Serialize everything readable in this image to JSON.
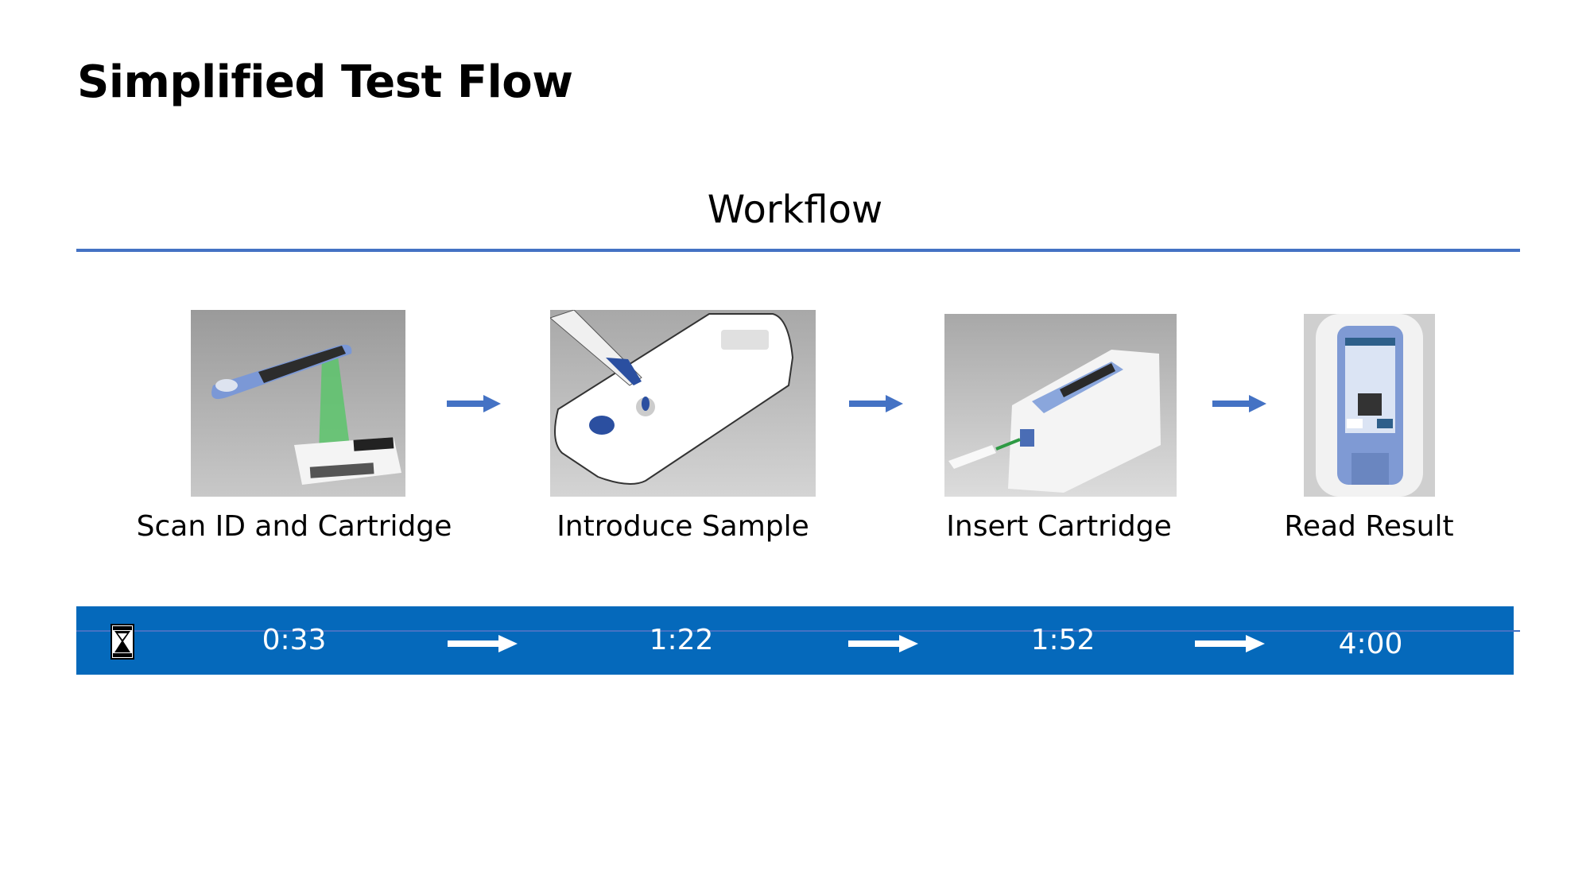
{
  "page": {
    "title": "Simplified Test Flow",
    "section_heading": "Workflow"
  },
  "colors": {
    "accent_line": "#4472c4",
    "flow_arrow": "#4472c4",
    "timebar_bg": "#0569bb",
    "timebar_text": "#ffffff"
  },
  "steps": [
    {
      "label": "Scan ID and Cartridge",
      "image": "handheld-reader-scanning-barcode-illustration"
    },
    {
      "label": "Introduce Sample",
      "image": "sample-applied-to-cartridge-illustration"
    },
    {
      "label": "Insert Cartridge",
      "image": "cartridge-inserted-into-analyzer-illustration"
    },
    {
      "label": "Read Result",
      "image": "reader-display-result-qr-illustration"
    }
  ],
  "flow_arrows": [
    "arrow-right-icon",
    "arrow-right-icon",
    "arrow-right-icon"
  ],
  "timeline": {
    "icon": "hourglass-icon",
    "times": [
      "0:33",
      "1:22",
      "1:52",
      "4:00"
    ],
    "arrows": [
      "arrow-right-icon",
      "arrow-right-icon",
      "arrow-right-icon"
    ]
  }
}
